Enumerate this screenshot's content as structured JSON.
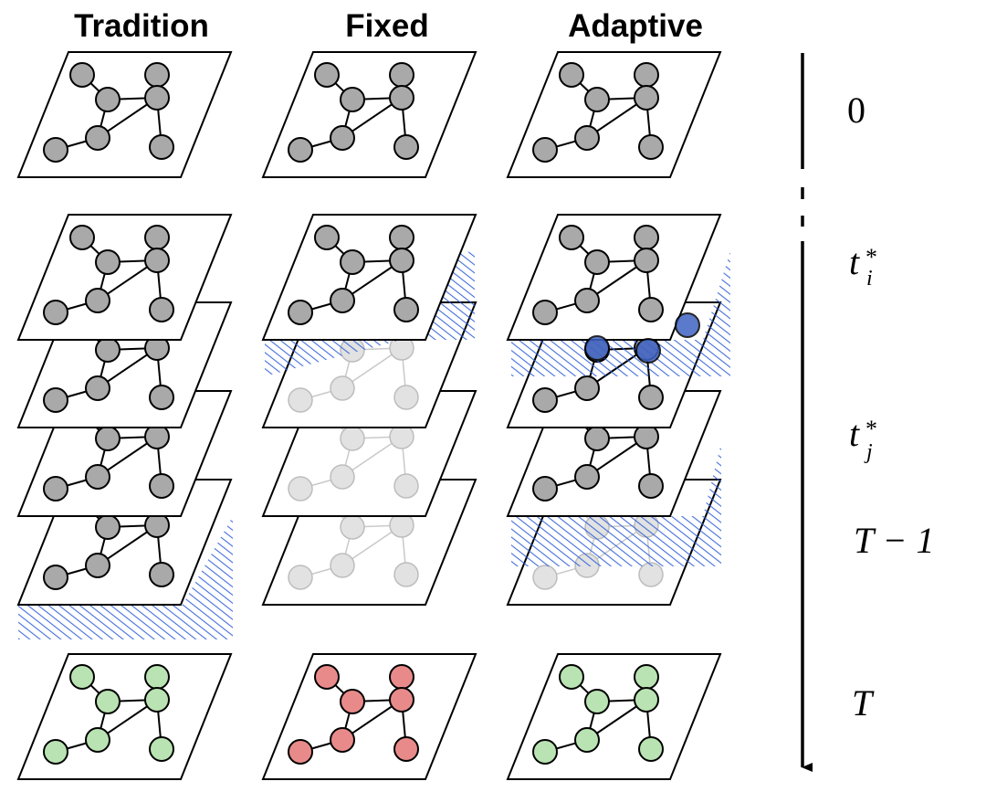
{
  "columns": [
    {
      "key": "tradition",
      "title": "Tradition"
    },
    {
      "key": "fixed",
      "title": "Fixed"
    },
    {
      "key": "adaptive",
      "title": "Adaptive"
    }
  ],
  "time_labels": {
    "zero": "0",
    "ti_base": "t",
    "ti_sup": "*",
    "ti_sub": "i",
    "tj_base": "t",
    "tj_sup": "*",
    "tj_sub": "j",
    "t_minus_one": "T − 1",
    "t_final": "T"
  },
  "colors": {
    "node_gray": "#a9a9a9",
    "node_faded": "#e2e2e2",
    "node_green": "#b9e3b2",
    "node_red": "#e98a8a",
    "node_blue": "#3f63c4",
    "hatch_blue": "#2e5fd6",
    "edge_faded": "#c9c9c9"
  },
  "final_states": {
    "tradition": "green",
    "fixed": "red",
    "adaptive": "green"
  }
}
